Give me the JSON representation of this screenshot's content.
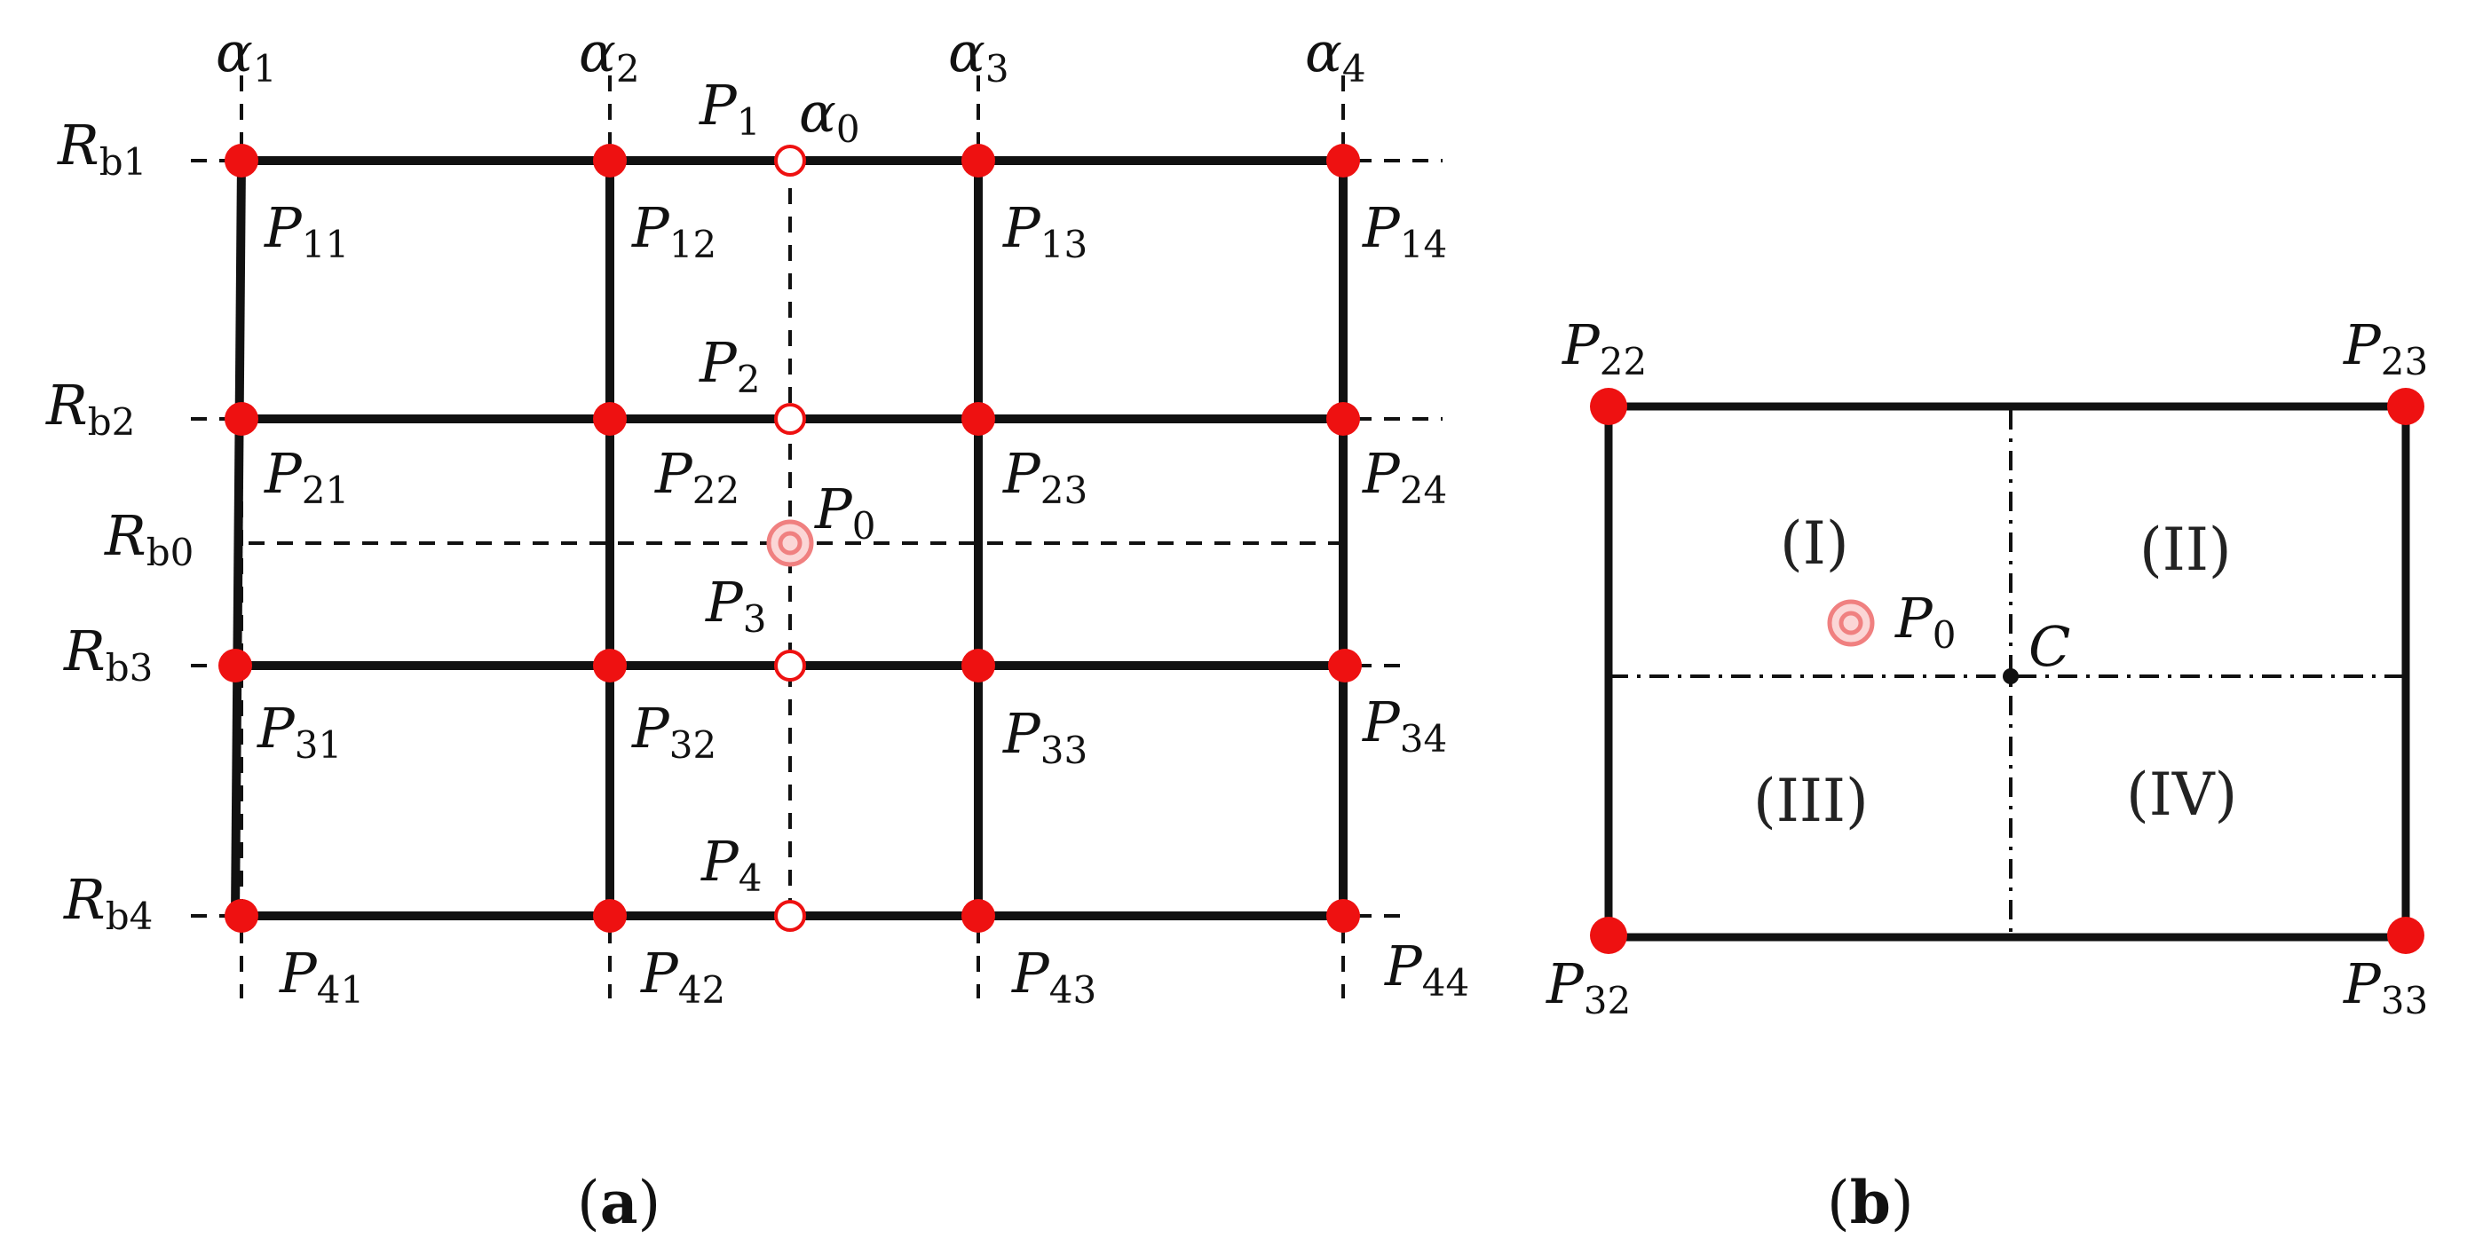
{
  "colors": {
    "line": "#111111",
    "node": "#ee1111",
    "probe": "#ee1111",
    "target": "#f08080"
  },
  "panel_a": {
    "caption": {
      "open": "(",
      "letter": "a",
      "close": ")"
    },
    "alpha_labels": [
      {
        "base": "α",
        "sub": "1"
      },
      {
        "base": "α",
        "sub": "2"
      },
      {
        "base": "α",
        "sub": "3"
      },
      {
        "base": "α",
        "sub": "4"
      },
      {
        "base": "α",
        "sub": "0"
      }
    ],
    "r_labels": [
      {
        "base": "R",
        "sub": "b1"
      },
      {
        "base": "R",
        "sub": "b2"
      },
      {
        "base": "R",
        "sub": "b0"
      },
      {
        "base": "R",
        "sub": "b3"
      },
      {
        "base": "R",
        "sub": "b4"
      }
    ],
    "grid_points": [
      {
        "base": "P",
        "sub": "11"
      },
      {
        "base": "P",
        "sub": "12"
      },
      {
        "base": "P",
        "sub": "13"
      },
      {
        "base": "P",
        "sub": "14"
      },
      {
        "base": "P",
        "sub": "21"
      },
      {
        "base": "P",
        "sub": "22"
      },
      {
        "base": "P",
        "sub": "23"
      },
      {
        "base": "P",
        "sub": "24"
      },
      {
        "base": "P",
        "sub": "31"
      },
      {
        "base": "P",
        "sub": "32"
      },
      {
        "base": "P",
        "sub": "33"
      },
      {
        "base": "P",
        "sub": "34"
      },
      {
        "base": "P",
        "sub": "41"
      },
      {
        "base": "P",
        "sub": "42"
      },
      {
        "base": "P",
        "sub": "43"
      },
      {
        "base": "P",
        "sub": "44"
      }
    ],
    "probe_points": [
      {
        "base": "P",
        "sub": "1"
      },
      {
        "base": "P",
        "sub": "2"
      },
      {
        "base": "P",
        "sub": "3"
      },
      {
        "base": "P",
        "sub": "4"
      }
    ],
    "target_point": {
      "base": "P",
      "sub": "0"
    }
  },
  "panel_b": {
    "caption": {
      "open": "(",
      "letter": "b",
      "close": ")"
    },
    "corners": [
      {
        "base": "P",
        "sub": "22"
      },
      {
        "base": "P",
        "sub": "23"
      },
      {
        "base": "P",
        "sub": "32"
      },
      {
        "base": "P",
        "sub": "33"
      }
    ],
    "quadrants": [
      "(I)",
      "(II)",
      "(III)",
      "(IV)"
    ],
    "center_label": "C",
    "target_point": {
      "base": "P",
      "sub": "0"
    }
  }
}
